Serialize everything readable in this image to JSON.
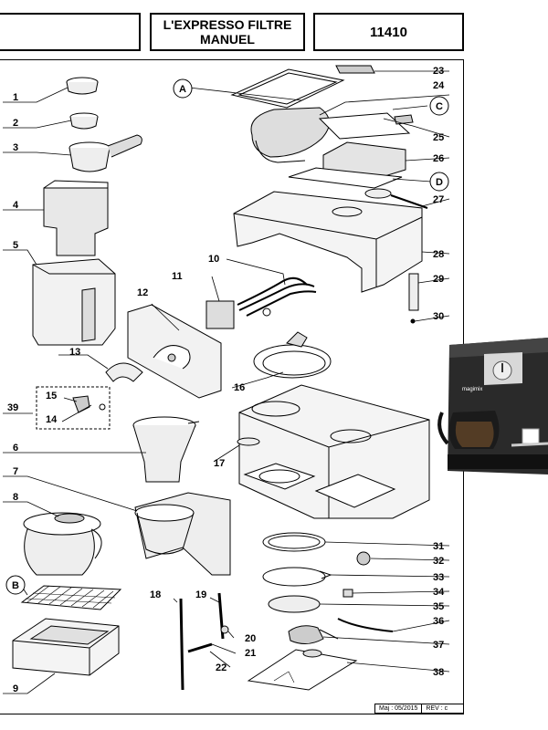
{
  "header": {
    "left_box": "",
    "title_line1": "L'EXPRESSO FILTRE",
    "title_line2": "MANUEL",
    "ref": "11410"
  },
  "letters": [
    "A",
    "B",
    "C",
    "D"
  ],
  "parts": [
    "1",
    "2",
    "3",
    "4",
    "5",
    "6",
    "7",
    "8",
    "9",
    "10",
    "11",
    "12",
    "13",
    "14",
    "15",
    "16",
    "17",
    "18",
    "19",
    "20",
    "21",
    "22",
    "23",
    "24",
    "25",
    "26",
    "27",
    "28",
    "29",
    "30",
    "31",
    "32",
    "33",
    "34",
    "35",
    "36",
    "37",
    "38",
    "39"
  ],
  "photo": {
    "brand": "magimix"
  },
  "footer": {
    "maj": "Maj : 05/2015",
    "rev": "REV : c"
  }
}
